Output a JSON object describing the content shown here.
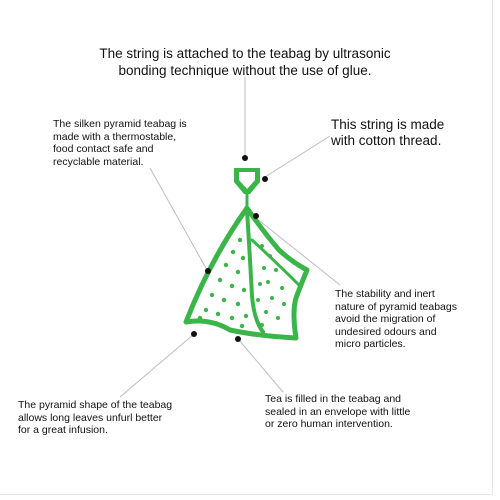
{
  "annotations": {
    "bonding": "The string is attached to the teabag by ultrasonic\nbonding technique without the use of glue.",
    "string": "This string is made\nwith cotton thread.",
    "material": "The silken pyramid teabag is\nmade with a thermostable,\nfood contact safe and\nrecyclable material.",
    "stability": "The stability and inert\nnature of pyramid teabags\navoid the migration of\nundesired odours and\nmicro particles.",
    "pyramid_shape": "The pyramid shape of the teabag\nallows long  leaves unfurl better\nfor a great infusion.",
    "tea_filling": "Tea is filled in the teabag and\nsealed in an envelope with  little\nor zero human intervention."
  },
  "colors": {
    "teabag_green": "#3bb54a",
    "text": "#111111",
    "leader_line": "#bdbdbd",
    "marker": "#111111"
  }
}
